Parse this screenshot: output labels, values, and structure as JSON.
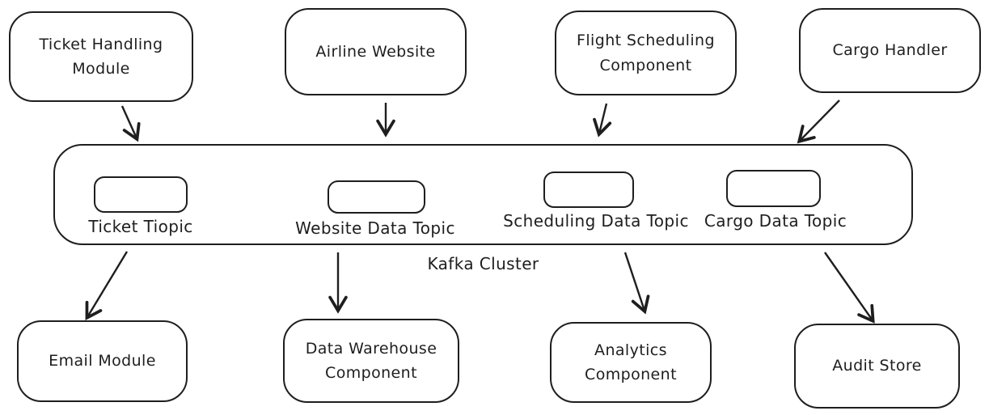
{
  "colors": {
    "stroke": "#1e1e1e",
    "background": "#ffffff"
  },
  "producers": [
    {
      "label": "Ticket Handling Module"
    },
    {
      "label": "Airline Website"
    },
    {
      "label": "Flight Scheduling Component"
    },
    {
      "label": "Cargo Handler"
    }
  ],
  "cluster": {
    "label": "Kafka Cluster",
    "topics": [
      {
        "label": "Ticket Tiopic"
      },
      {
        "label": "Website Data Topic"
      },
      {
        "label": "Scheduling Data Topic"
      },
      {
        "label": "Cargo Data Topic"
      }
    ]
  },
  "consumers": [
    {
      "label": "Email Module"
    },
    {
      "label": "Data Warehouse Component"
    },
    {
      "label": "Analytics Component"
    },
    {
      "label": "Audit Store"
    }
  ],
  "edges": [
    {
      "from": "Ticket Handling Module",
      "to": "Kafka Cluster"
    },
    {
      "from": "Airline Website",
      "to": "Kafka Cluster"
    },
    {
      "from": "Flight Scheduling Component",
      "to": "Kafka Cluster"
    },
    {
      "from": "Cargo Handler",
      "to": "Kafka Cluster"
    },
    {
      "from": "Ticket Tiopic",
      "to": "Email Module"
    },
    {
      "from": "Website Data Topic",
      "to": "Data Warehouse Component"
    },
    {
      "from": "Scheduling Data Topic",
      "to": "Analytics Component"
    },
    {
      "from": "Cargo Data Topic",
      "to": "Audit Store"
    }
  ]
}
